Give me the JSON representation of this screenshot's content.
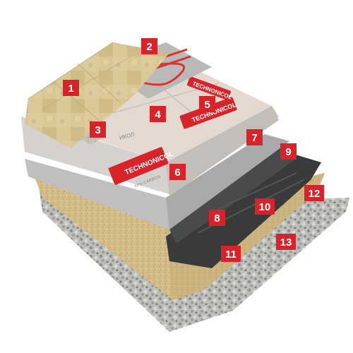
{
  "brand": {
    "name": "TECHNONICOL",
    "product": "XPS CARBON",
    "partial_name": "TECHNONICOL",
    "partial_name_cut": "ИКОЛ"
  },
  "colors": {
    "marker_red": "#d8232a",
    "tile": "#d8c492",
    "insulation_board": "#e4d7ce",
    "heating_cable": "#e03030",
    "concrete": "#c9c9c9",
    "membrane": "#3a3a3a",
    "sand": "#d3bf8c",
    "gravel": "#b2b2ae"
  },
  "markers": [
    {
      "label": "1"
    },
    {
      "label": "2"
    },
    {
      "label": "3"
    },
    {
      "label": "4"
    },
    {
      "label": "5"
    },
    {
      "label": "6"
    },
    {
      "label": "7"
    },
    {
      "label": "8"
    },
    {
      "label": "9"
    },
    {
      "label": "10"
    },
    {
      "label": "11"
    },
    {
      "label": "12"
    },
    {
      "label": "13"
    }
  ]
}
